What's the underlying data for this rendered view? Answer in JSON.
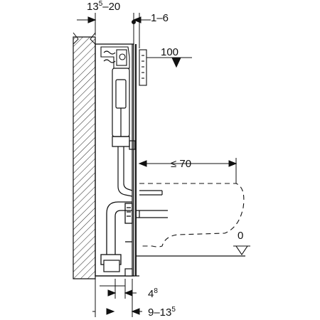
{
  "dims": {
    "top_wall": {
      "base": "13",
      "sup": "5",
      "tail": "–20"
    },
    "top_right": {
      "text": "1–6"
    },
    "level_top": {
      "text": "100"
    },
    "depth": {
      "text": "≤ 70"
    },
    "level_floor": {
      "text": "0"
    },
    "bottom_a": {
      "base": "4",
      "sup": "8"
    },
    "bottom_b": {
      "head": "9–13",
      "sup": "5"
    }
  }
}
